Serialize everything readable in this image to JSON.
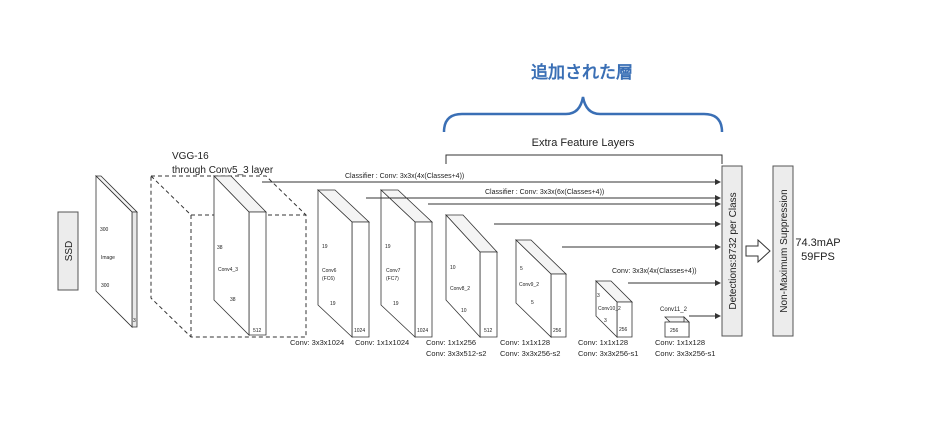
{
  "annotation": {
    "japanese_label": "追加された層",
    "accent_color": "#3a6fb5"
  },
  "extra_feature_layers_label": "Extra Feature Layers",
  "ssd_label": "SSD",
  "vgg": {
    "line1": "VGG-16",
    "line2": "through Conv5_3 layer"
  },
  "input": {
    "label": "Image",
    "dim_top": "300",
    "dim_bottom": "300",
    "depth": "3"
  },
  "blocks": {
    "conv4_3": {
      "label": "Conv4_3",
      "dim_top": "38",
      "dim_bottom": "38",
      "depth": "512"
    },
    "conv6": {
      "label1": "Conv6",
      "label2": "(FC6)",
      "dim_top": "19",
      "dim_bottom": "19",
      "depth": "1024"
    },
    "conv7": {
      "label1": "Conv7",
      "label2": "(FC7)",
      "dim_top": "19",
      "dim_bottom": "19",
      "depth": "1024"
    },
    "conv8_2": {
      "label": "Conv8_2",
      "dim_top": "10",
      "dim_bottom": "10",
      "depth": "512"
    },
    "conv9_2": {
      "label": "Conv9_2",
      "dim_top": "5",
      "dim_bottom": "5",
      "depth": "256"
    },
    "conv10_2": {
      "label": "Conv10_2",
      "dim_top": "3",
      "dim_bottom": "3",
      "depth": "256"
    },
    "conv11_2": {
      "label": "Conv11_2",
      "depth": "256"
    }
  },
  "conv_labels": {
    "conv6": "Conv: 3x3x1024",
    "conv7": "Conv: 1x1x1024",
    "conv8_a": "Conv: 1x1x256",
    "conv8_b": "Conv: 3x3x512-s2",
    "conv9_a": "Conv: 1x1x128",
    "conv9_b": "Conv: 3x3x256-s2",
    "conv10_a": "Conv: 1x1x128",
    "conv10_b": "Conv: 3x3x256-s1",
    "conv11_a": "Conv: 1x1x128",
    "conv11_b": "Conv: 3x3x256-s1"
  },
  "classifiers": {
    "c1": "Classifier : Conv: 3x3x(4x(Classes+4))",
    "c2": "Classifier : Conv: 3x3x(6x(Classes+4))",
    "c3": "Conv: 3x3x(4x(Classes+4))"
  },
  "detections_label": "Detections:8732  per Class",
  "nms_label": "Non-Maximum Suppression",
  "results": {
    "map": "74.3mAP",
    "fps": "59FPS"
  }
}
